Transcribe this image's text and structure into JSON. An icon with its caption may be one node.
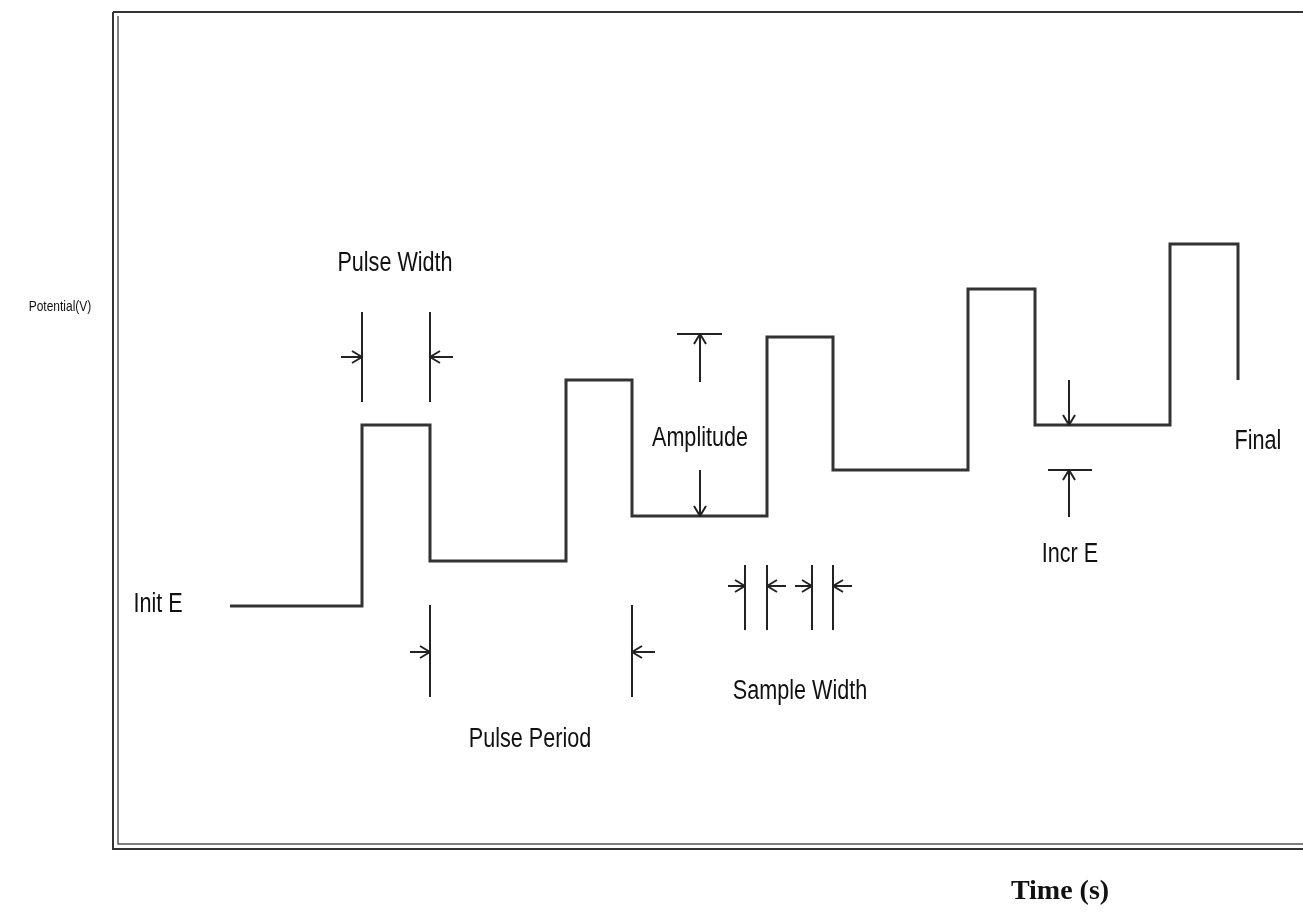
{
  "diagram": {
    "labels": [
      "Pulse Width",
      "Potential(V)",
      "Amplitude",
      "Final",
      "Incr E",
      "Init E",
      "Sample Width",
      "Pulse Period",
      "Time (s)"
    ]
  }
}
